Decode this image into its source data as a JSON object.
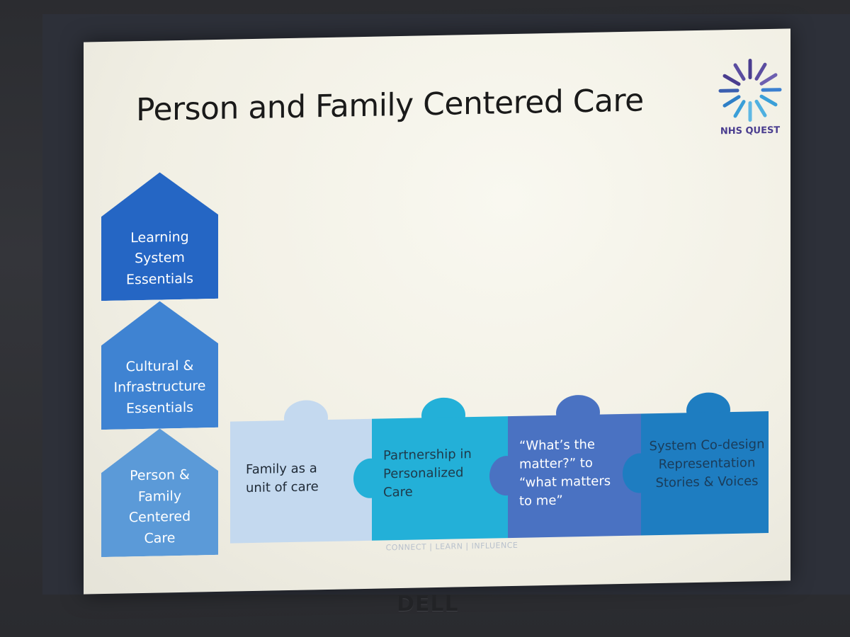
{
  "slide": {
    "title": "Person and Family Centered Care",
    "logo_text": "NHS QUEST",
    "footer": "CONNECT | LEARN | INFLUENCE"
  },
  "pillars": [
    {
      "lines": [
        "Learning",
        "System",
        "Essentials"
      ],
      "color": "#2566c4"
    },
    {
      "lines": [
        "Cultural &",
        "Infrastructure",
        "Essentials"
      ],
      "color": "#3f83d2"
    },
    {
      "lines": [
        "Person &",
        "Family",
        "Centered",
        "Care"
      ],
      "color": "#5b9ad8"
    }
  ],
  "puzzle_pieces": [
    {
      "lines": [
        "Family as a",
        "unit of care"
      ],
      "color": "#c4d9ef"
    },
    {
      "lines": [
        "Partnership in",
        "Personalized",
        "Care"
      ],
      "color": "#23b0d8"
    },
    {
      "lines": [
        "“What’s the",
        "matter?” to",
        "“what matters",
        "to me”"
      ],
      "color": "#4a72c2"
    },
    {
      "lines": [
        "System Co-design",
        "Representation",
        "Stories & Voices"
      ],
      "color": "#1e7dc1"
    }
  ],
  "monitor": {
    "brand": "DELL"
  }
}
